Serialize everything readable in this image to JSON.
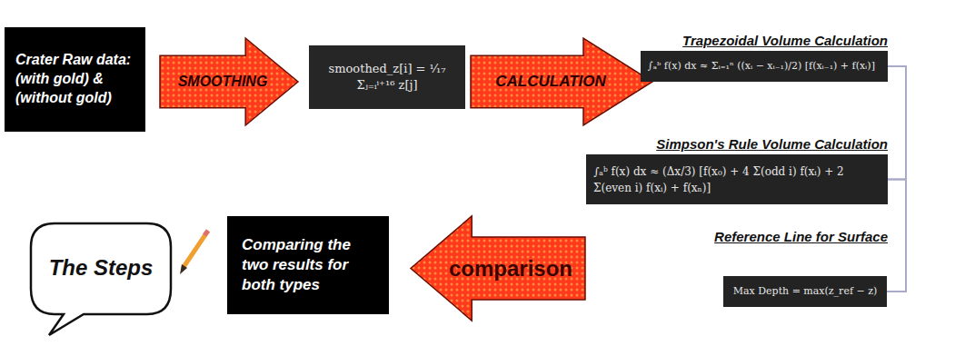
{
  "diagram": {
    "nodes": [
      {
        "text": [
          "Crater Raw data: (with gold) & (without gold)"
        ]
      },
      {
        "text": [
          "SMOOTHING"
        ]
      },
      {
        "text": [
          "smoothed_z[i] = ¹⁄₁₇ Σⱼ₌ᵢⁱ⁺¹⁶ z[j]"
        ]
      },
      {
        "text": [
          "CALCULATION"
        ]
      },
      {
        "text": [
          "Trapezoidal Volume Calculation",
          "∫ₐᵇ f(x) dx ≈ Σᵢ₌₁ⁿ ((xᵢ − xᵢ₋₁)/2) [f(xᵢ₋₁) + f(xᵢ)]"
        ]
      },
      {
        "text": [
          "Simpson's Rule Volume Calculation",
          "∫ₐᵇ f(x) dx ≈ (Δx/3) [f(x₀) + 4 Σ(odd i) f(xᵢ) + 2 Σ(even i) f(xᵢ) + f(xₙ)]"
        ]
      },
      {
        "text": [
          "Reference Line for Surface",
          "Max Depth = max(z_ref − z)"
        ]
      },
      {
        "text": [
          "comparison"
        ]
      },
      {
        "text": [
          "Comparing the two results for both types"
        ]
      },
      {
        "text": [
          "The Steps"
        ]
      }
    ],
    "edges": [
      {
        "from": 4,
        "to": 5,
        "arrow": "none"
      },
      {
        "from": 5,
        "to": 6,
        "arrow": "none"
      }
    ]
  }
}
